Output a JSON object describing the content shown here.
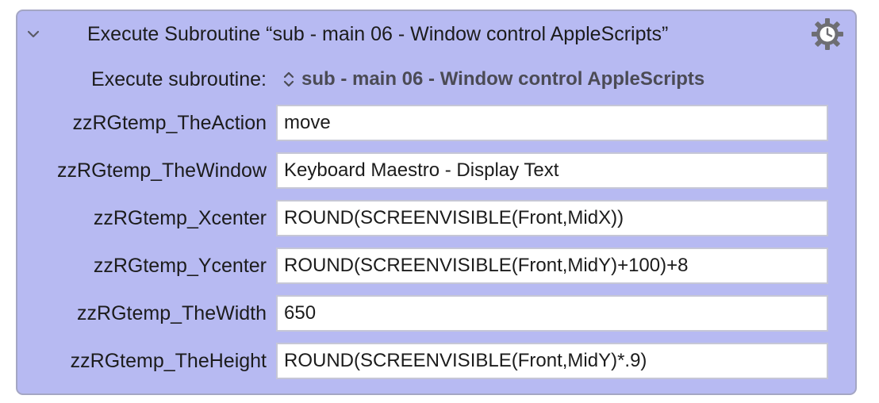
{
  "action": {
    "title": "Execute Subroutine “sub - main 06 - Window control AppleScripts”",
    "collapse_icon": "chevron-down-icon",
    "options_icon": "gear-clock-icon",
    "subroutine_label": "Execute subroutine:",
    "subroutine_value": "sub - main 06 - Window control AppleScripts",
    "popup_icon": "up-down-arrows-icon",
    "params": [
      {
        "label": "zzRGtemp_TheAction",
        "value": "move"
      },
      {
        "label": "zzRGtemp_TheWindow",
        "value": "Keyboard Maestro - Display Text"
      },
      {
        "label": "zzRGtemp_Xcenter",
        "value": "ROUND(SCREENVISIBLE(Front,MidX))"
      },
      {
        "label": "zzRGtemp_Ycenter",
        "value": "ROUND(SCREENVISIBLE(Front,MidY)+100)+8"
      },
      {
        "label": "zzRGtemp_TheWidth",
        "value": "650"
      },
      {
        "label": "zzRGtemp_TheHeight",
        "value": "ROUND(SCREENVISIBLE(Front,MidY)*.9)"
      }
    ]
  },
  "colors": {
    "panel_background": "#b7baf2",
    "panel_border": "#a4a6c4",
    "icon_gray": "#6e6e73"
  }
}
